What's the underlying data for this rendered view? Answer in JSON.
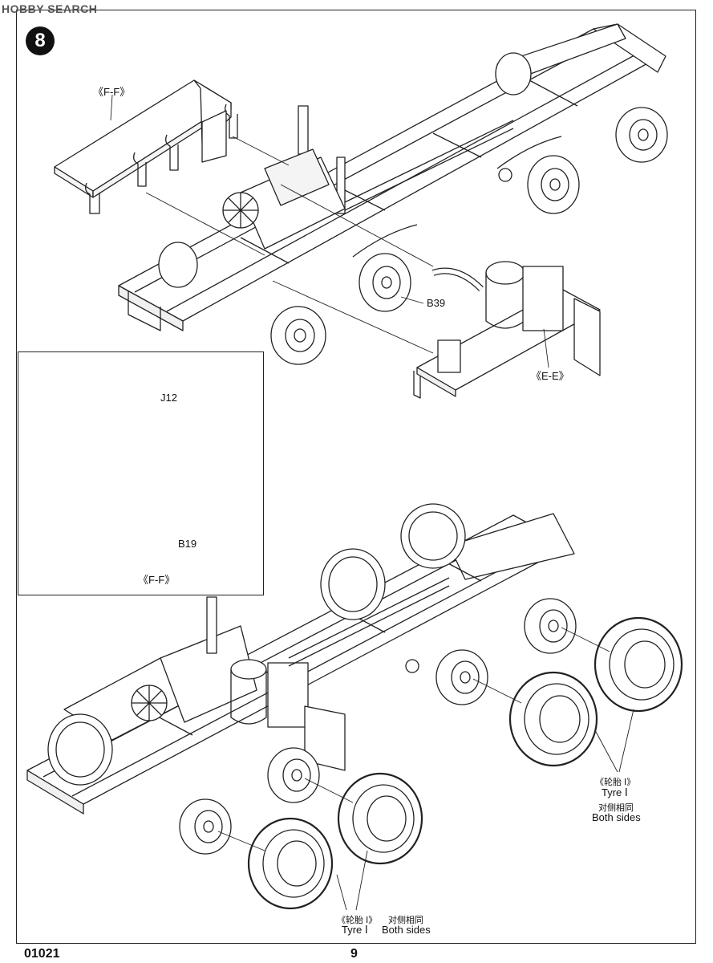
{
  "watermark": "HOBBY SEARCH",
  "step": {
    "number": "8"
  },
  "top_view": {
    "ff_label": "《F-F》",
    "b39_label": "B39",
    "ee_label": "《E-E》"
  },
  "inset": {
    "j12_label": "J12",
    "b19_label": "B19",
    "ff_label": "《F-F》"
  },
  "bottom_view": {
    "right_tyre": {
      "cn": "《轮胎 Ⅰ》",
      "en": "Tyre Ⅰ",
      "both_cn": "对侧相同",
      "both_en": "Both sides"
    },
    "left_tyre": {
      "cn": "《轮胎 Ⅰ》",
      "en": "Tyre Ⅰ",
      "both_cn": "对侧相同",
      "both_en": "Both sides"
    }
  },
  "footer": {
    "code": "01021",
    "page": "9"
  }
}
